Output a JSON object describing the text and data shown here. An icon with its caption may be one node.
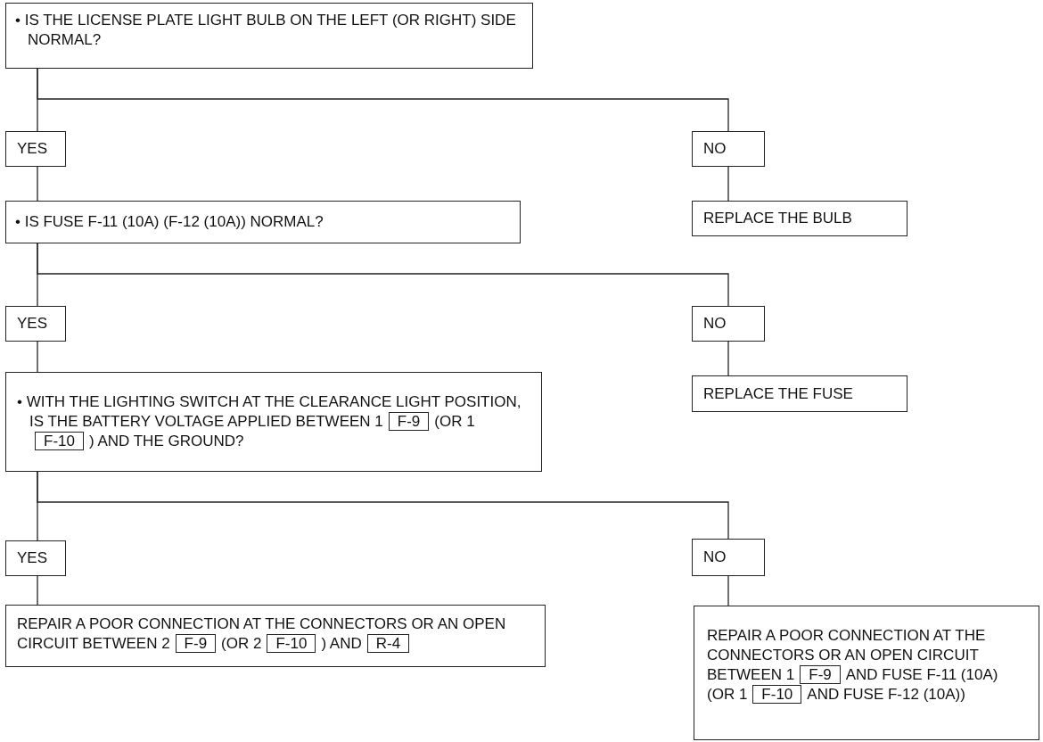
{
  "diagram": {
    "nodes": [
      {
        "text": [
          "• IS THE LICENSE PLATE LIGHT BULB ON THE LEFT (OR RIGHT) SIDE NORMAL?"
        ]
      },
      {
        "text": [
          "YES"
        ]
      },
      {
        "text": [
          "NO"
        ]
      },
      {
        "text": [
          "• IS FUSE F-11 (10A) (F-12 (10A)) NORMAL?"
        ]
      },
      {
        "text": [
          "REPLACE THE BULB"
        ]
      },
      {
        "text": [
          "YES"
        ]
      },
      {
        "text": [
          "NO"
        ]
      },
      {
        "text": [
          "• WITH THE LIGHTING SWITCH AT THE CLEARANCE LIGHT POSITION, IS THE BATTERY VOLTAGE APPLIED BETWEEN 1",
          "(OR 1",
          ") AND THE GROUND?"
        ]
      },
      {
        "text": [
          "F-9"
        ],
        "in": 7
      },
      {
        "text": [
          "F-10"
        ],
        "in": 7
      },
      {
        "text": [
          "REPLACE THE FUSE"
        ]
      },
      {
        "text": [
          "YES"
        ]
      },
      {
        "text": [
          "NO"
        ]
      },
      {
        "text": [
          "REPAIR A POOR CONNECTION AT THE CONNECTORS OR AN OPEN CIRCUIT BETWEEN 2",
          "(OR 2",
          ") AND"
        ]
      },
      {
        "text": [
          "F-9"
        ],
        "in": 13
      },
      {
        "text": [
          "F-10"
        ],
        "in": 13
      },
      {
        "text": [
          "R-4"
        ],
        "in": 13
      },
      {
        "text": [
          "REPAIR A POOR CONNECTION AT THE CONNECTORS OR AN OPEN CIRCUIT BETWEEN 1",
          "AND FUSE F-11 (10A) (OR 1",
          "AND FUSE F-12 (10A))"
        ]
      },
      {
        "text": [
          "F-9"
        ],
        "in": 17
      },
      {
        "text": [
          "F-10"
        ],
        "in": 17
      }
    ],
    "edges": [
      {
        "from": 0,
        "to": 1,
        "arrow": "none"
      },
      {
        "from": 0,
        "to": 2,
        "arrow": "none"
      },
      {
        "from": 1,
        "to": 3,
        "arrow": "none"
      },
      {
        "from": 2,
        "to": 4,
        "arrow": "none"
      },
      {
        "from": 3,
        "to": 5,
        "arrow": "none"
      },
      {
        "from": 3,
        "to": 6,
        "arrow": "none"
      },
      {
        "from": 5,
        "to": 7,
        "arrow": "none"
      },
      {
        "from": 6,
        "to": 10,
        "arrow": "none"
      },
      {
        "from": 7,
        "to": 11,
        "arrow": "none"
      },
      {
        "from": 7,
        "to": 12,
        "arrow": "none"
      },
      {
        "from": 11,
        "to": 13,
        "arrow": "none"
      },
      {
        "from": 12,
        "to": 17,
        "arrow": "none"
      }
    ]
  }
}
